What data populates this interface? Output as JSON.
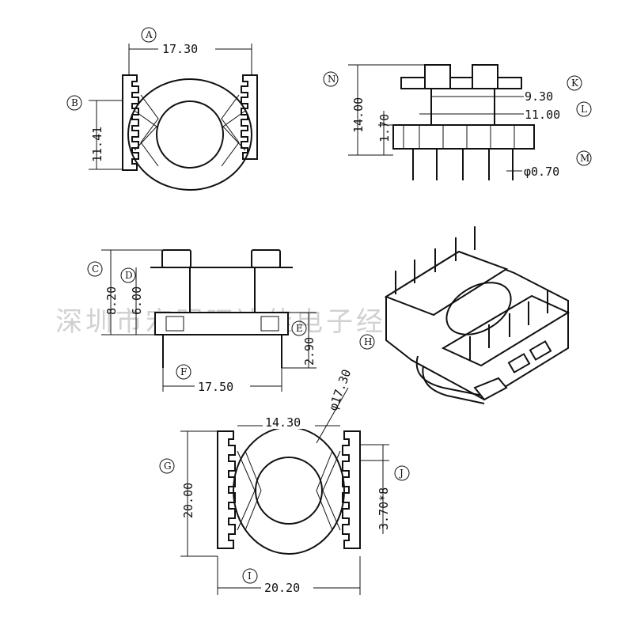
{
  "watermark": "深圳市宏明旺达佳电子经营部",
  "views": {
    "top": {
      "tags": [
        "A",
        "B"
      ],
      "dims": {
        "width": "17.30",
        "pitch": "11.41"
      }
    },
    "side_right": {
      "tags": [
        "N",
        "K",
        "L",
        "M"
      ],
      "dims": {
        "height": "14.00",
        "flange": "1.70",
        "inner_w": "9.30",
        "outer_w": "11.00",
        "pin_dia": "φ0.70"
      }
    },
    "front": {
      "tags": [
        "C",
        "D",
        "E",
        "F"
      ],
      "dims": {
        "total_h": "8.20",
        "body_h": "6.00",
        "pin_len": "2.90",
        "pin_span": "17.50"
      }
    },
    "iso": {
      "tags": [
        "H"
      ]
    },
    "bottom": {
      "tags": [
        "G",
        "I",
        "J"
      ],
      "dims": {
        "core_dia": "φ17.30",
        "inner": "14.30",
        "height": "20.00",
        "width": "20.20",
        "pitch": "3.70*8"
      }
    }
  }
}
